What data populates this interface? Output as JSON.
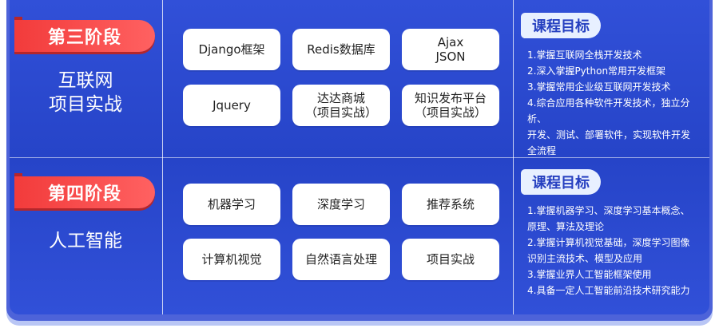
{
  "stage3": {
    "badge": "第三阶段",
    "title": "互联网\n项目实战",
    "pills": [
      "Django框架",
      "Redis数据库",
      "Ajax\nJSON",
      "Jquery",
      "达达商城\n（项目实战）",
      "知识发布平台\n（项目实战）"
    ],
    "goal_title": "课程目标",
    "goals": [
      "1.掌握互联网全栈开发技术",
      "2.深入掌握Python常用开发框架",
      "3.掌握常用企业级互联网开发技术",
      "4.综合应用各种软件开发技术，独立分",
      "析、",
      "开发、测试、部署软件，实现软件开发",
      "全流程"
    ]
  },
  "stage4": {
    "badge": "第四阶段",
    "title": "人工智能",
    "pills": [
      "机器学习",
      "深度学习",
      "推荐系统",
      "计算机视觉",
      "自然语言处理",
      "项目实战"
    ],
    "goal_title": "课程目标",
    "goals": [
      "1.掌握机器学习、深度学习基本概念、",
      "原理、算法及理论",
      "2.掌握计算机视觉基础，深度学习图像",
      "识别主流技术、模型及应用",
      "3.掌握业界人工智能框架使用",
      "4.具备一定人工智能前沿技术研究能力"
    ]
  },
  "colors": {
    "card": "#2a48cc",
    "badge": "#f23b3b",
    "goal_head_bg": "#e8f0ff",
    "goal_head_text": "#2640c0"
  }
}
